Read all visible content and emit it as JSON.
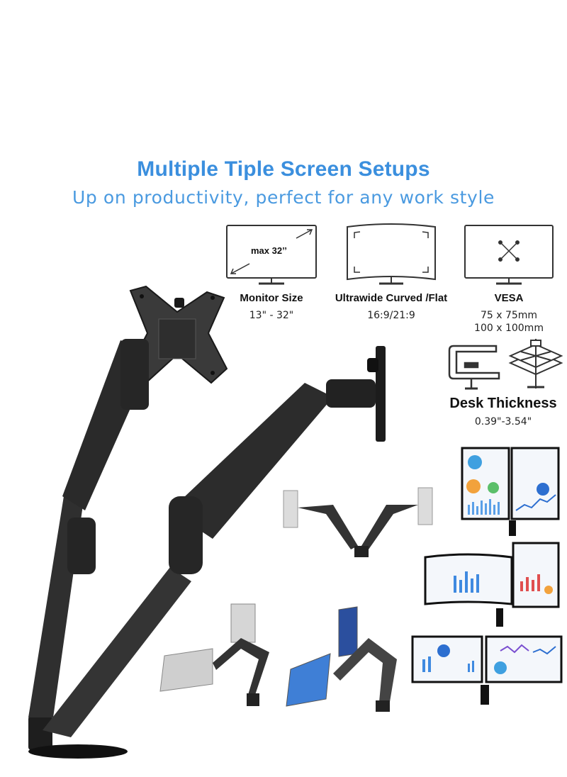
{
  "header": {
    "title": "Multiple Tiple Screen Setups",
    "subtitle": "Up on productivity, perfect for any work style"
  },
  "specs": {
    "monitor_size": {
      "icon_text": "max 32’’",
      "label": "Monitor Size",
      "value": "13\" - 32\""
    },
    "curved": {
      "label": "Ultrawide Curved /Flat",
      "value": "16:9/21:9"
    },
    "vesa": {
      "label": "VESA",
      "value_1": "75 x 75mm",
      "value_2": "100 x 100mm"
    },
    "desk": {
      "label": "Desk Thickness",
      "value": "0.39\"-3.54\""
    }
  },
  "colors": {
    "accent": "#3b8fde",
    "arm": "#2b2b2b",
    "icon_stroke": "#333333"
  }
}
